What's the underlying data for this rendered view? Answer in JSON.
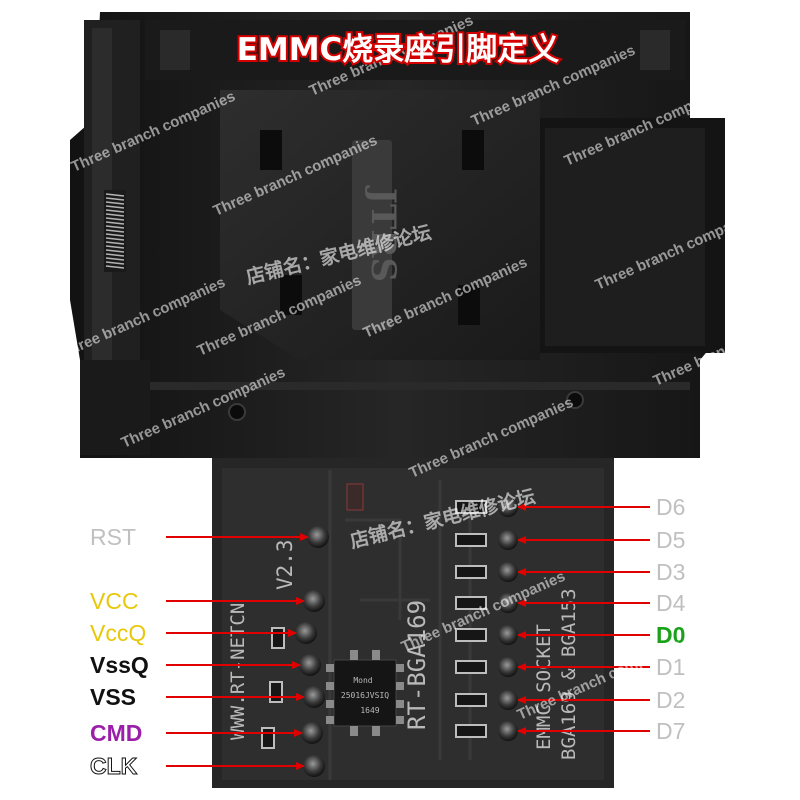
{
  "title": "EMMC烧录座引脚定义",
  "watermark": {
    "en": "Three branch companies",
    "cn": "店铺名：家电维修论坛",
    "cn_short": "家电维修论坛"
  },
  "board_text": {
    "model": "RT-BGA169",
    "version": "V2.3",
    "site": "WWW.RT-NETCN",
    "socket": "EMMC SOCKET",
    "bga": "BGA169 & BGA153",
    "chip_line1": "Mond",
    "chip_line2": "25016JVSIQ",
    "chip_line3": "1649",
    "lid_logo": "JTRS"
  },
  "pins_left": [
    {
      "label": "RST",
      "color": "#c0c0c0"
    },
    {
      "label": "VCC",
      "color": "#e8c80a"
    },
    {
      "label": "VccQ",
      "color": "#e8c80a"
    },
    {
      "label": "VssQ",
      "color": "#111111"
    },
    {
      "label": "VSS",
      "color": "#111111"
    },
    {
      "label": "CMD",
      "color": "#9b1fa8"
    },
    {
      "label": "CLK",
      "color": "#ffffff"
    }
  ],
  "pins_right": [
    {
      "label": "D6",
      "color": "#c0c0c0"
    },
    {
      "label": "D5",
      "color": "#c0c0c0"
    },
    {
      "label": "D3",
      "color": "#c0c0c0"
    },
    {
      "label": "D4",
      "color": "#c0c0c0"
    },
    {
      "label": "D0",
      "color": "#1aa31a"
    },
    {
      "label": "D1",
      "color": "#c0c0c0"
    },
    {
      "label": "D2",
      "color": "#c0c0c0"
    },
    {
      "label": "D7",
      "color": "#c0c0c0"
    }
  ],
  "colors": {
    "arrow": "#e00000",
    "socket_body": "#1c1c1c",
    "pcb": "#2b2b2b"
  }
}
